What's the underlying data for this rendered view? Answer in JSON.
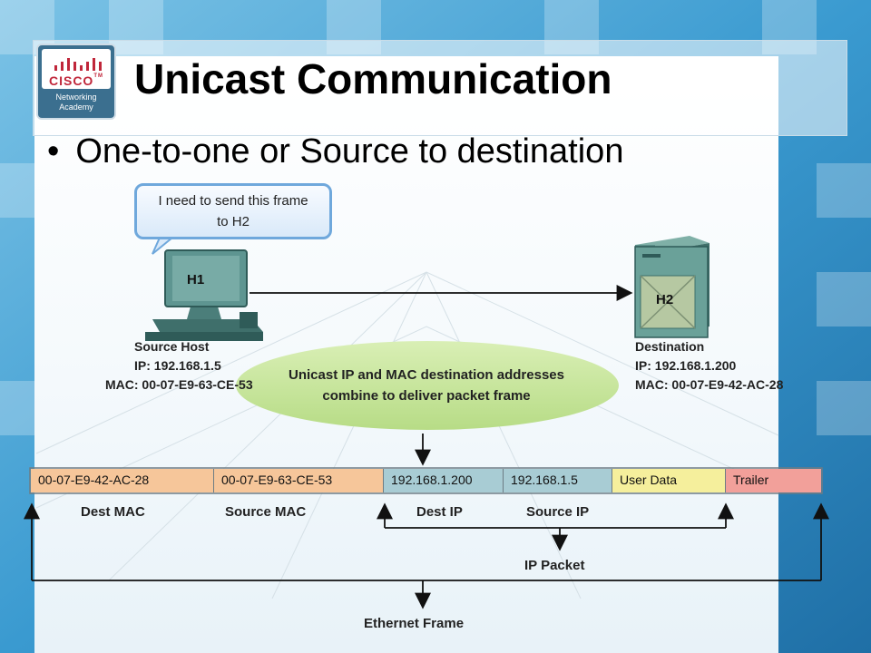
{
  "logo": {
    "brand": "CISCO",
    "trademark": "TM",
    "line1": "Networking",
    "line2": "Academy"
  },
  "title": "Unicast Communication",
  "bullet": "One-to-one or Source to destination",
  "speech_bubble": {
    "line1": "I need to send this frame",
    "line2": "to H2"
  },
  "source_host": {
    "name": "H1",
    "label": "Source Host",
    "ip": "IP: 192.168.1.5",
    "mac": "MAC: 00-07-E9-63-CE-53"
  },
  "destination_host": {
    "name": "H2",
    "label": "Destination",
    "ip": "IP: 192.168.1.200",
    "mac": "MAC: 00-07-E9-42-AC-28"
  },
  "ellipse": {
    "line1": "Unicast IP and MAC destination addresses",
    "line2": "combine to deliver packet frame"
  },
  "frame": {
    "fields": [
      {
        "value": "00-07-E9-42-AC-28",
        "color": "#f6c69a"
      },
      {
        "value": "00-07-E9-63-CE-53",
        "color": "#f6c69a"
      },
      {
        "value": "192.168.1.200",
        "color": "#a8ccd4"
      },
      {
        "value": "192.168.1.5",
        "color": "#a8ccd4"
      },
      {
        "value": "User Data",
        "color": "#f5ef9c"
      },
      {
        "value": "Trailer",
        "color": "#f2a09a"
      }
    ],
    "field_labels": [
      "Dest MAC",
      "Source MAC",
      "Dest IP",
      "Source IP"
    ],
    "ip_packet_label": "IP Packet",
    "ethernet_frame_label": "Ethernet Frame"
  }
}
